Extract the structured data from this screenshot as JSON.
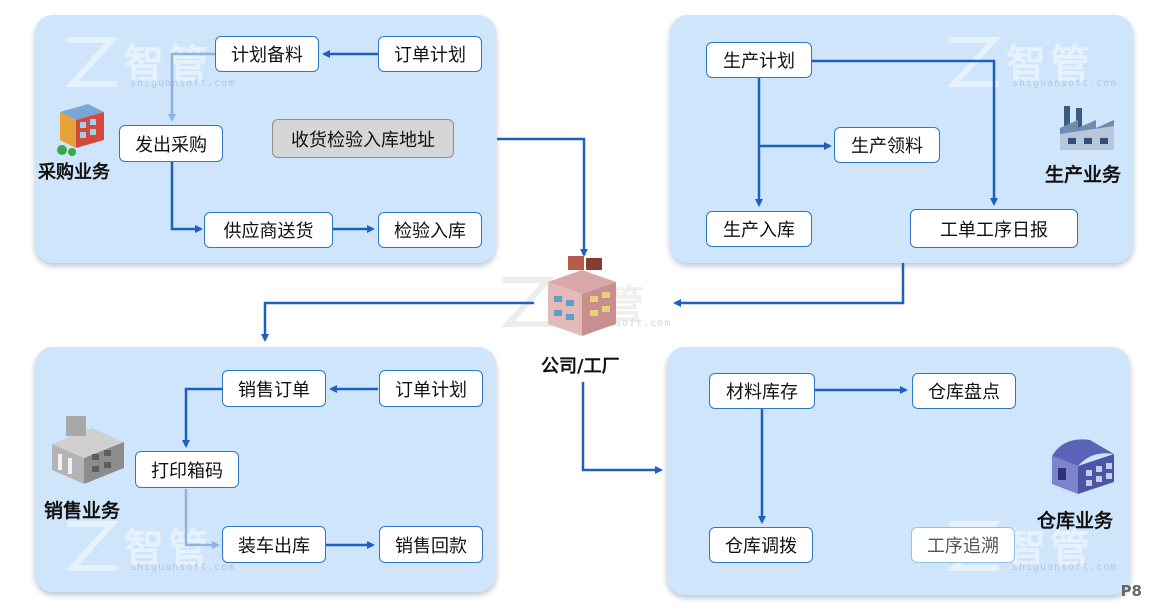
{
  "purchase": {
    "title": "采购业务",
    "plan_materials": "计划备料",
    "order_plan": "订单计划",
    "issue_purchase": "发出采购",
    "receiving_address": "收货检验入库地址",
    "supplier_delivery": "供应商送货",
    "inspect_storage": "检验入库"
  },
  "production": {
    "title": "生产业务",
    "production_plan": "生产计划",
    "material_requisition": "生产领料",
    "production_storage": "生产入库",
    "work_order_report": "工单工序日报"
  },
  "company": {
    "label": "公司/工厂"
  },
  "sales": {
    "title": "销售业务",
    "sales_order": "销售订单",
    "order_plan": "订单计划",
    "print_box_code": "打印箱码",
    "load_ship": "装车出库",
    "sales_payment": "销售回款"
  },
  "warehouse": {
    "title": "仓库业务",
    "material_inventory": "材料库存",
    "stocktaking": "仓库盘点",
    "transfer": "仓库调拨",
    "process_trace": "工序追溯"
  },
  "watermark": {
    "text": "智管",
    "domain": "shiguansoft.com"
  },
  "page": {
    "number": "P8"
  },
  "colors": {
    "panel": "#cfe5fb",
    "arrow": "#1f5fbf",
    "node_border": "#2f78c6"
  }
}
